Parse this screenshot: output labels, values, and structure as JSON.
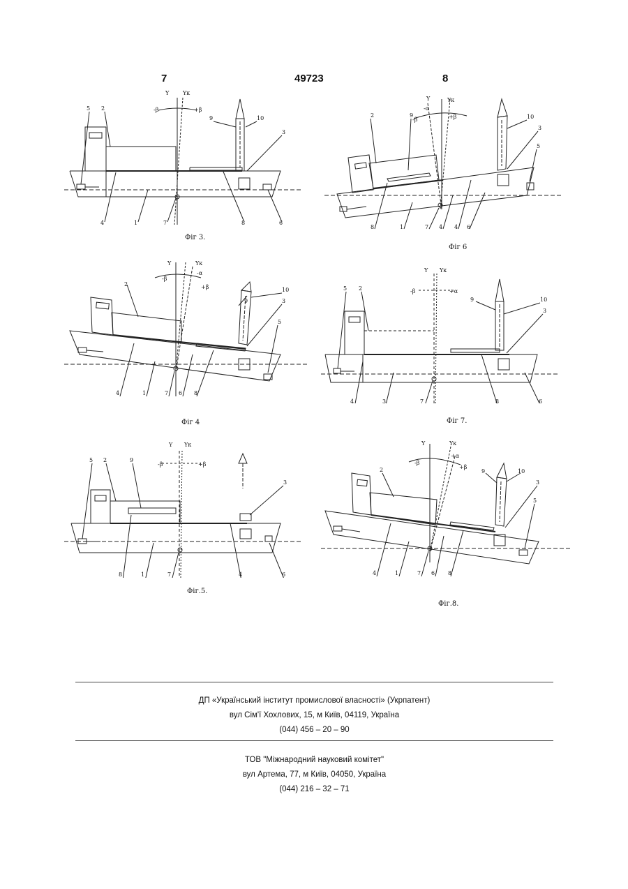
{
  "header": {
    "left": "7",
    "center": "49723",
    "right": "8"
  },
  "figures": [
    {
      "caption": "Фіг 3.",
      "labels": [
        "5",
        "2",
        "Y",
        "Yк",
        "-β",
        "+β",
        "9",
        "10",
        "3",
        "4",
        "1",
        "7",
        "8",
        "6"
      ]
    },
    {
      "caption": "Фіг 6",
      "labels": [
        "2",
        "9",
        "Y",
        "Yк",
        "-α",
        "-β",
        "+β",
        "10",
        "3",
        "5",
        "8",
        "1",
        "7",
        "4",
        "4",
        "6"
      ]
    },
    {
      "caption": "Фіг 4",
      "labels": [
        "Y",
        "Yк",
        "-β",
        "-α",
        "+β",
        "2",
        "9",
        "10",
        "3",
        "5",
        "4",
        "1",
        "7",
        "6",
        "8"
      ]
    },
    {
      "caption": "Фіг 7.",
      "labels": [
        "Y",
        "Yк",
        "-β",
        "+α",
        "5",
        "2",
        "9",
        "10",
        "3",
        "4",
        "3",
        "7",
        "8",
        "6"
      ]
    },
    {
      "caption": "Фіг.5.",
      "labels": [
        "Y",
        "Yк",
        "-β",
        "+β",
        "5",
        "2",
        "9",
        "3",
        "8",
        "1",
        "7",
        "4",
        "6"
      ]
    },
    {
      "caption": "Фіг.8.",
      "labels": [
        "Y",
        "Yк",
        "-β",
        "+α",
        "+β",
        "2",
        "9",
        "10",
        "3",
        "5",
        "4",
        "1",
        "7",
        "6",
        "8"
      ]
    }
  ],
  "footer": {
    "org1_line1": "ДП «Український інститут промислової власності» (Укрпатент)",
    "org1_line2": "вул  Сім'ї Хохлових, 15, м  Київ, 04119, Україна",
    "org1_line3": "(044) 456 – 20 –  90",
    "org2_line1": "ТОВ \"Міжнародний науковий комітет\"",
    "org2_line2": "вул  Артема, 77, м  Київ, 04050, Україна",
    "org2_line3": "(044) 216 – 32 – 71"
  }
}
